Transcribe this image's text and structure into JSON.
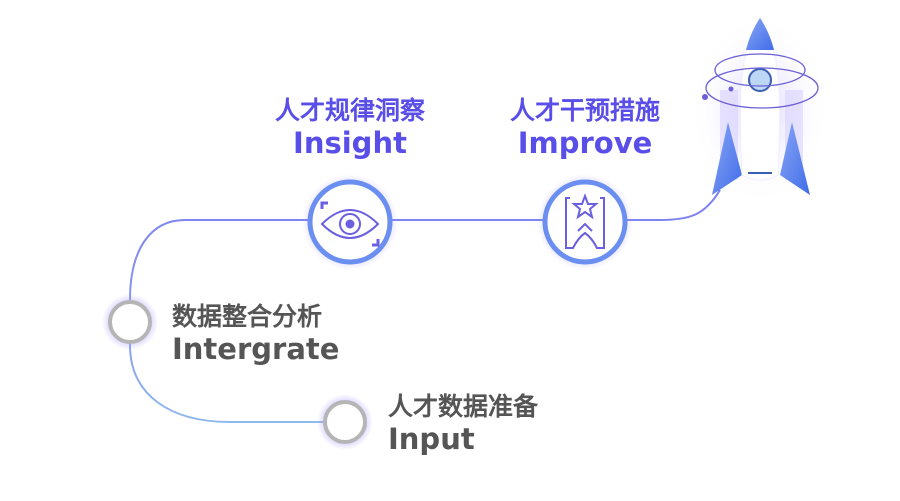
{
  "steps": [
    {
      "cn": "人才规律洞察",
      "en": "Insight",
      "icon": "eye-icon"
    },
    {
      "cn": "人才干预措施",
      "en": "Improve",
      "icon": "star-arrow-icon"
    },
    {
      "cn": "数据整合分析",
      "en": "Intergrate"
    },
    {
      "cn": "人才数据准备",
      "en": "Input"
    }
  ],
  "colors": {
    "accent": "#5a4ee8",
    "ring": "#6b8ff0",
    "text": "#555555",
    "node": "#b5b5b5"
  }
}
